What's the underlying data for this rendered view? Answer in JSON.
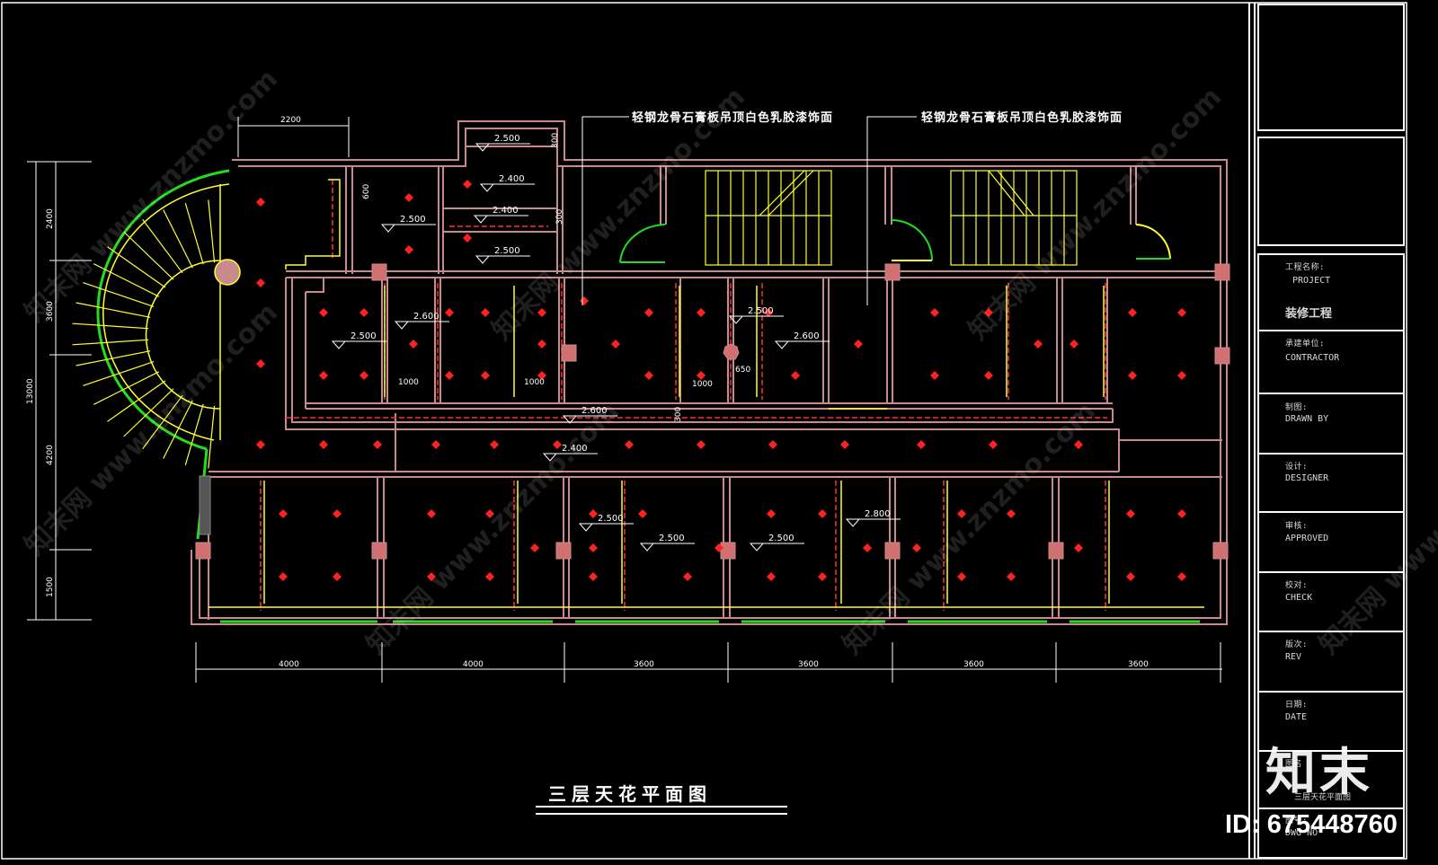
{
  "drawing": {
    "title": "三层天花平面图",
    "ceiling_notes": [
      "轻钢龙骨石膏板吊顶白色乳胶漆饰面",
      "轻钢龙骨石膏板吊顶白色乳胶漆饰面"
    ],
    "bottom_dimensions": [
      "4000",
      "4000",
      "3600",
      "3600",
      "3600",
      "3600"
    ],
    "top_dimension": "2200",
    "left_dimensions": [
      "2400",
      "3600",
      "4200",
      "1500"
    ],
    "left_total": "13000",
    "ceiling_heights": [
      "2.500",
      "2.400",
      "2.500",
      "2.400",
      "2.500",
      "2.500",
      "2.600",
      "2.600",
      "2.500",
      "2.600",
      "2.400",
      "2.500",
      "2.500",
      "2.500",
      "2.800"
    ],
    "small_dims": [
      "1000",
      "1000",
      "1000",
      "650",
      "300",
      "300",
      "300",
      "600"
    ]
  },
  "title_block": {
    "project_label": "工程名称:",
    "project_en": "PROJECT",
    "project_name": "装修工程",
    "contractor_label": "承建单位:",
    "contractor_en": "CONTRACTOR",
    "drawn_label": "制图:",
    "drawn_en": "DRAWN BY",
    "designer_label": "设计:",
    "designer_en": "DESIGNER",
    "approved_label": "审核:",
    "approved_en": "APPROVED",
    "check_label": "校对:",
    "check_en": "CHECK",
    "rev_label": "版次:",
    "rev_en": "REV",
    "date_label": "日期:",
    "date_en": "DATE",
    "dwg_name_label": "图名",
    "dwg_name": "三层天花平面图",
    "dwg_no_label": "图号:",
    "dwg_no_en": "DWG NO"
  },
  "watermark": {
    "brand": "知末",
    "id": "ID: 675448760"
  },
  "colors": {
    "wall": "#c88a8a",
    "stair": "#ffff33",
    "door_arc": "#22dd22",
    "light": "#ff2020",
    "dimension": "#ffffff",
    "hidden_line": "#ff3030",
    "column": "#d07070"
  }
}
